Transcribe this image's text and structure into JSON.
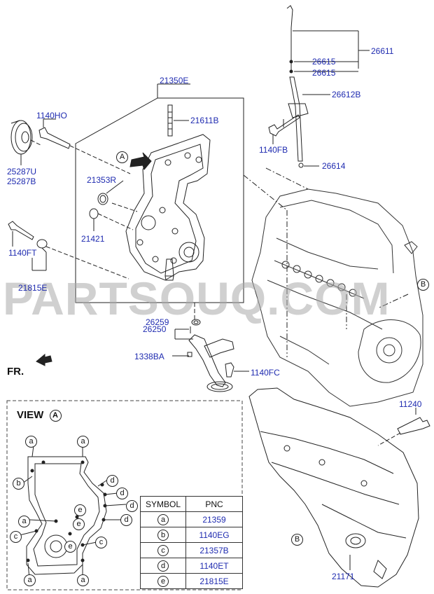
{
  "labels": {
    "l26611": "26611",
    "l26615a": "26615",
    "l26615b": "26615",
    "l26612B": "26612B",
    "l1140FB": "1140FB",
    "l26614": "26614",
    "l21350E": "21350E",
    "l21611B": "21611B",
    "l1140HO": "1140HO",
    "l25287U": "25287U",
    "l25287B": "25287B",
    "l21353R": "21353R",
    "l21421": "21421",
    "l1140FT": "1140FT",
    "l21815E": "21815E",
    "l26259": "26259",
    "l26250": "26250",
    "l1338BA": "1338BA",
    "l1140FC": "1140FC",
    "l11240": "11240",
    "l21171": "21171"
  },
  "callouts": {
    "A": "A",
    "B": "B"
  },
  "watermark": "PARTSOUQ.COM",
  "direction_label": "FR.",
  "view": {
    "title": "VIEW",
    "letter": "A",
    "marks": [
      "a",
      "a",
      "b",
      "d",
      "d",
      "d",
      "e",
      "d",
      "a",
      "e",
      "c",
      "c",
      "e",
      "a",
      "a"
    ]
  },
  "symbol_table": {
    "headers": [
      "SYMBOL",
      "PNC"
    ],
    "rows": [
      {
        "symbol": "a",
        "pnc": "21359"
      },
      {
        "symbol": "b",
        "pnc": "1140EG"
      },
      {
        "symbol": "c",
        "pnc": "21357B"
      },
      {
        "symbol": "d",
        "pnc": "1140ET"
      },
      {
        "symbol": "e",
        "pnc": "21815E"
      }
    ]
  },
  "colors": {
    "label_blue": "#1f2bb0",
    "line": "#222222"
  }
}
